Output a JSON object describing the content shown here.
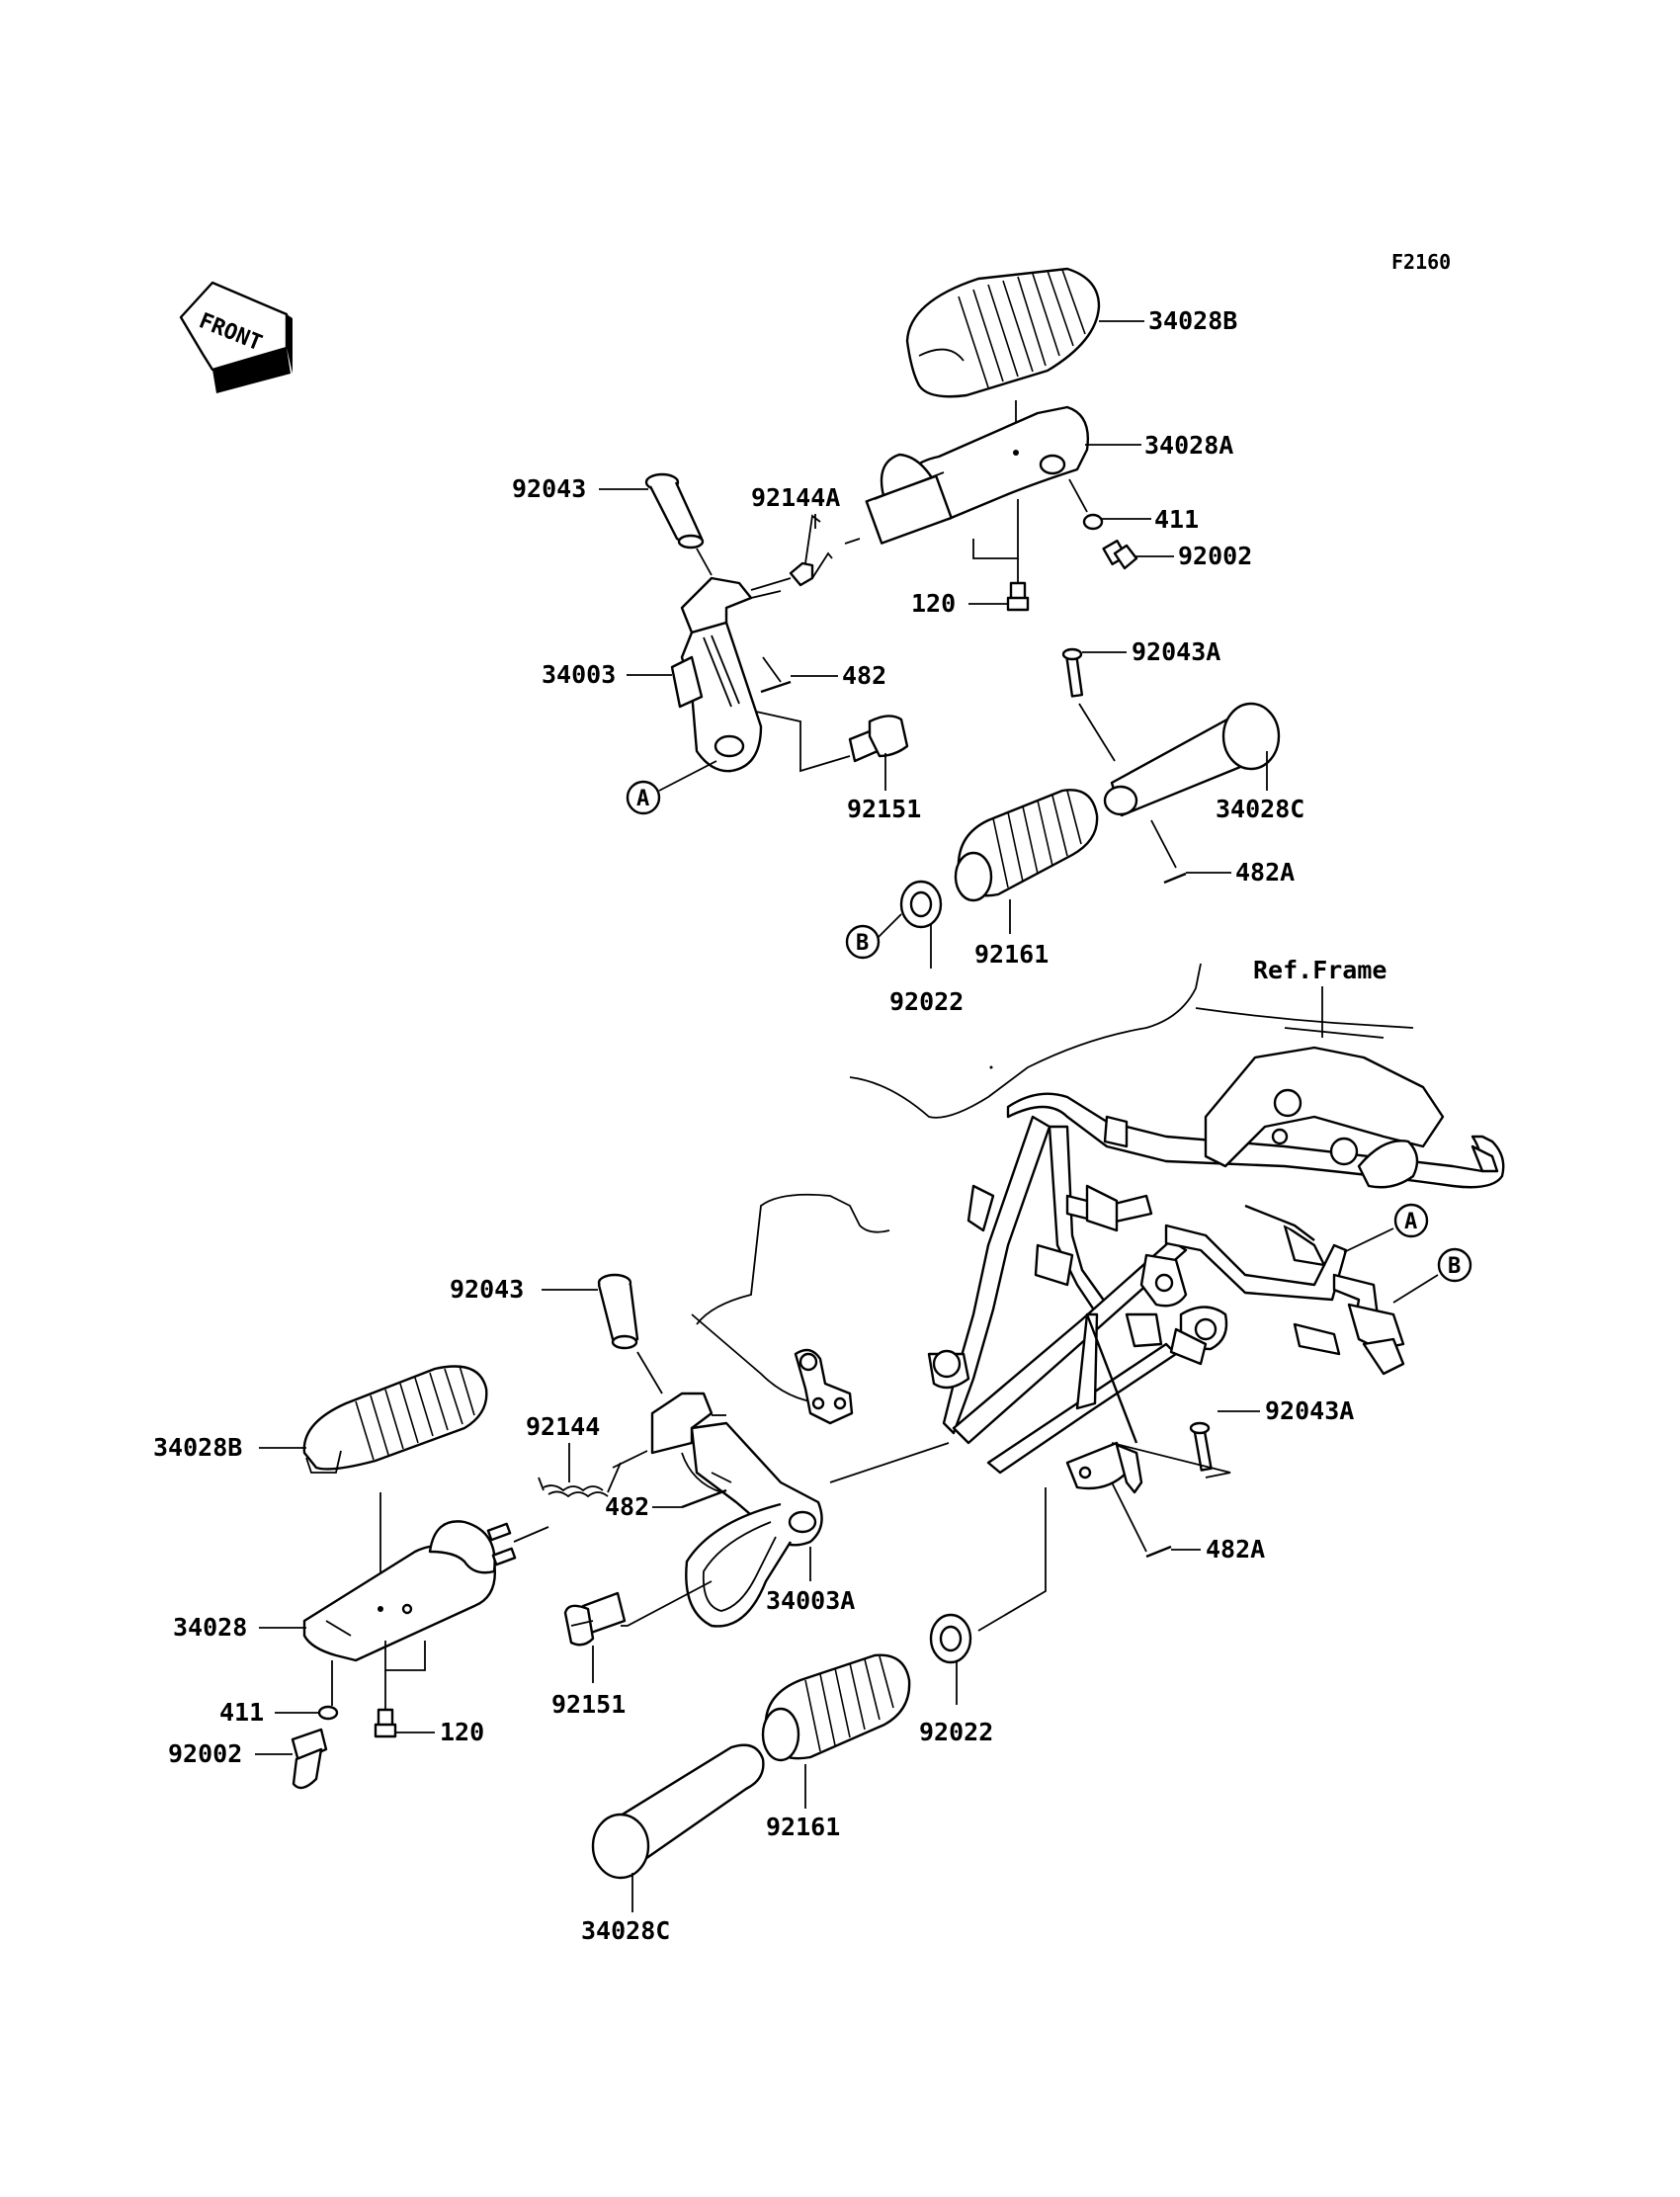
{
  "figure_code": "F2160",
  "front_marker": "FRONT",
  "ref_frame": "Ref.Frame",
  "callouts": {
    "a": "A",
    "b": "B"
  },
  "labels": {
    "p34028B_top": "34028B",
    "p34028A_top": "34028A",
    "p411_top": "411",
    "p92002_top": "92002",
    "p120_top": "120",
    "p92043_top": "92043",
    "p92144A": "92144A",
    "p34003": "34003",
    "p482_top": "482",
    "p92151_top": "92151",
    "p92043A_top": "92043A",
    "p34028C_top": "34028C",
    "p482A_top": "482A",
    "p92161_top": "92161",
    "p92022_top": "92022",
    "p92043_bot": "92043",
    "p92144": "92144",
    "p34028B_bot": "34028B",
    "p482_bot": "482",
    "p34003A": "34003A",
    "p34028_bot": "34028",
    "p411_bot": "411",
    "p120_bot": "120",
    "p92002_bot": "92002",
    "p92151_bot": "92151",
    "p92043A_bot": "92043A",
    "p482A_bot": "482A",
    "p92022_bot": "92022",
    "p92161_bot": "92161",
    "p34028C_bot": "34028C"
  }
}
